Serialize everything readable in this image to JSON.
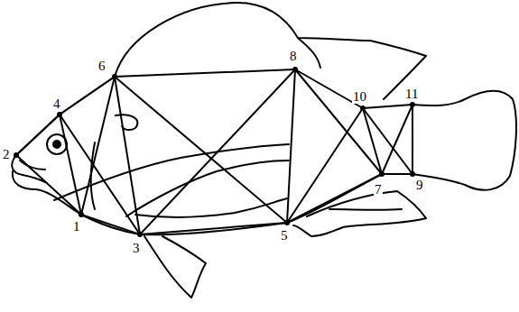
{
  "diagram": {
    "labels": [
      "2",
      "4",
      "6",
      "8",
      "10",
      "11",
      "1",
      "3",
      "5",
      "7",
      "9"
    ]
  }
}
